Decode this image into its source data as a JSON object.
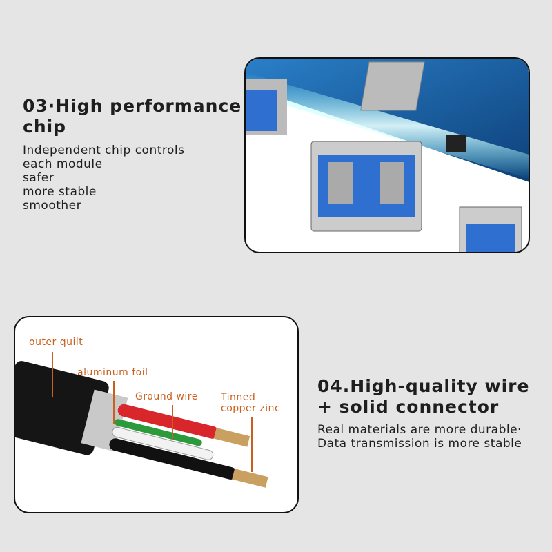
{
  "section3": {
    "title_line1": "03·High performance",
    "title_line2": "chip",
    "lines": [
      "Independent chip controls",
      "each module",
      "safer",
      "more stable",
      "smoother"
    ]
  },
  "section4": {
    "title_line1": "04.High-quality wire",
    "title_line2": "+ solid connector",
    "lines": [
      "Real materials are more durable·",
      "Data transmission is more stable"
    ]
  },
  "cable_labels": {
    "outer": "outer quilt",
    "foil": "aluminum foil",
    "ground": "Ground wire",
    "tinned1": "Tinned",
    "tinned2": "copper zinc"
  },
  "colors": {
    "label": "#c8601e",
    "pcb": "#1d5fa0"
  }
}
